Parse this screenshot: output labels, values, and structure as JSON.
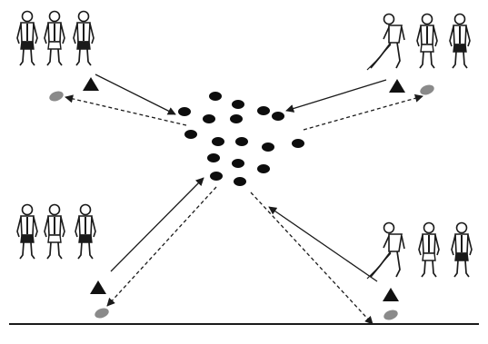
{
  "colors": {
    "background": "#ffffff",
    "ink": "#1a1a1a",
    "ball": "#0d0d0d",
    "cone": "#111111",
    "marker": "#8a8a8a",
    "player_fill": "#ffffff"
  },
  "diagram": {
    "groups": [
      {
        "corner": "top-left",
        "players": 3,
        "has_kicking_player": false
      },
      {
        "corner": "top-right",
        "players": 3,
        "has_kicking_player": true
      },
      {
        "corner": "bottom-left",
        "players": 3,
        "has_kicking_player": false
      },
      {
        "corner": "bottom-right",
        "players": 3,
        "has_kicking_player": true
      }
    ],
    "center_ball_count": 17,
    "cone_count": 4,
    "marker_count": 4,
    "arrow_styles": [
      "solid",
      "dashed"
    ],
    "footer_rule": true
  }
}
